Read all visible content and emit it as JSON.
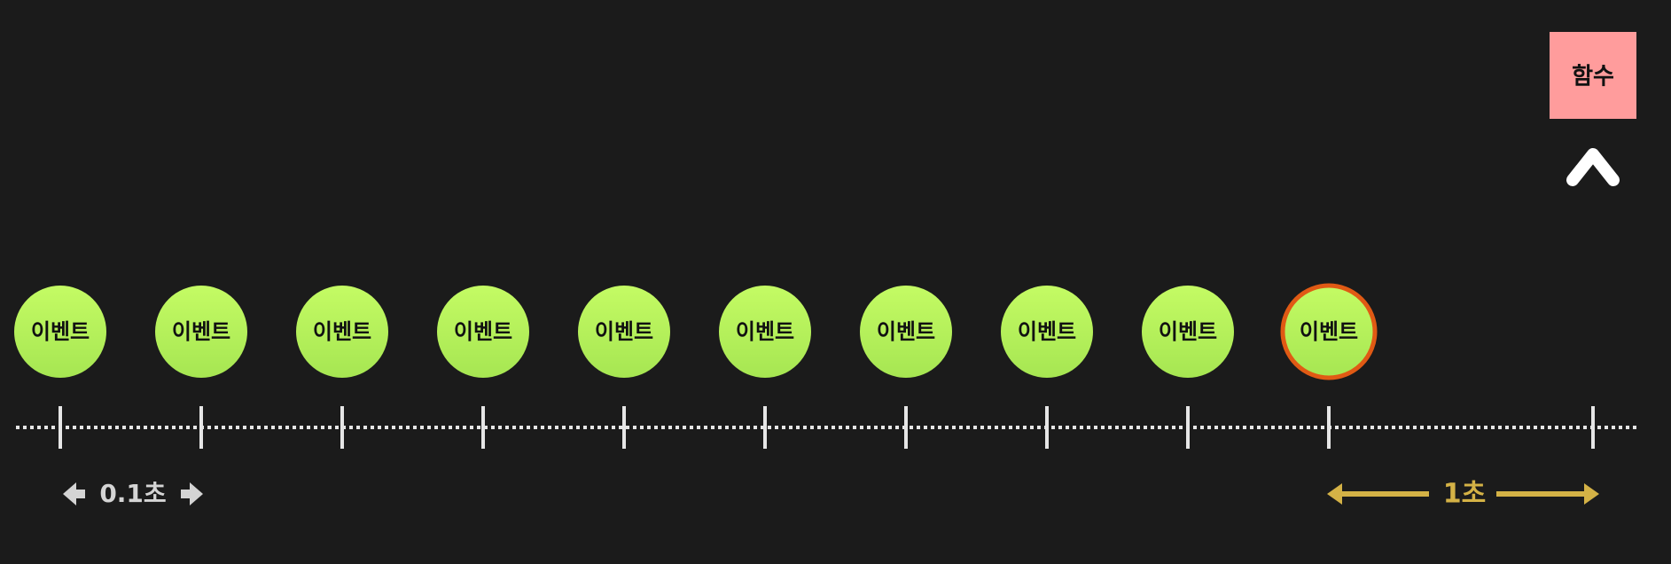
{
  "colors": {
    "background": "#1b1b1b",
    "event_fill": "#b6f55c",
    "event_highlight_border": "#e05a14",
    "function_fill": "#ff9c9c",
    "timeline": "#e6e6e6",
    "short_interval": "#d4d4d4",
    "long_interval": "#d4b246",
    "arrow": "#ffffff",
    "text_dark": "#111111"
  },
  "events": [
    {
      "label": "이벤트",
      "highlighted": false
    },
    {
      "label": "이벤트",
      "highlighted": false
    },
    {
      "label": "이벤트",
      "highlighted": false
    },
    {
      "label": "이벤트",
      "highlighted": false
    },
    {
      "label": "이벤트",
      "highlighted": false
    },
    {
      "label": "이벤트",
      "highlighted": false
    },
    {
      "label": "이벤트",
      "highlighted": false
    },
    {
      "label": "이벤트",
      "highlighted": false
    },
    {
      "label": "이벤트",
      "highlighted": false
    },
    {
      "label": "이벤트",
      "highlighted": true
    }
  ],
  "function_box": {
    "label": "함수"
  },
  "short_interval": {
    "label": "0.1초"
  },
  "long_interval": {
    "label": "1초"
  },
  "up_arrow_icon": "arrow-up-icon"
}
